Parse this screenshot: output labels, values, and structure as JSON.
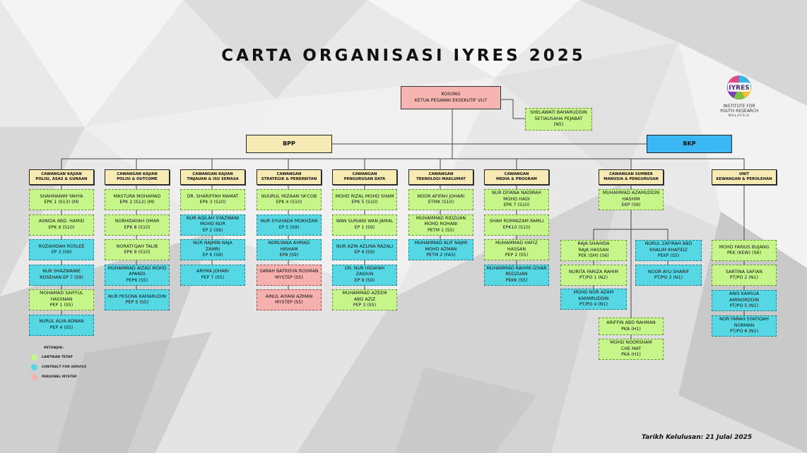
{
  "title": "CARTA ORGANISASI IYRES 2025",
  "ceo": {
    "line1": "KOSONG",
    "line2": "KETUA PEGAWAI EKSEKUTIF VU7"
  },
  "secretary": {
    "line1": "SHELAWATI BAHARUDDIN",
    "line2": "SETIAUSAHA PEJABAT",
    "line3": "(N5)"
  },
  "bpp": "BPP",
  "bkp": "BKP",
  "logo": {
    "badge": "IYRES",
    "line1": "INSTITUTE FOR",
    "line2": "YOUTH RESEARCH",
    "line3": "MALAYSIA"
  },
  "legend": {
    "title": "PETUNJUK:",
    "items": [
      "LANTIKAN TETAP",
      "CONTRACT FOR SERVICE",
      "PERSONEL MYSTEP"
    ]
  },
  "footer": "Tarikh Kelulusan: 21 Julai 2025",
  "colors": {
    "tetap": "#c6f68a",
    "contract": "#56d7e4",
    "mystep": "#f6b0ad",
    "bpp": "#f7eab4",
    "bkp": "#3bb8f4"
  },
  "departments": [
    {
      "name": [
        "CAWANGAN KAJIAN",
        "POLISI, ASAS & GUNAAN"
      ],
      "staff": [
        {
          "lines": [
            "SHAHHANIM YAHYA",
            "EPK 1 (S13) (M)"
          ],
          "type": "green"
        },
        {
          "lines": [
            "ASNIDA ABD. HAMID",
            "EPK 6 (S10)"
          ],
          "type": "green"
        },
        {
          "lines": [
            "ROZAHIDAH ROSLEE",
            "EP 3 (S9)"
          ],
          "type": "cyan"
        },
        {
          "lines": [
            "NUR SHAZWANIE",
            "ROSEHAN EP 7 (S9)"
          ],
          "type": "cyan"
        },
        {
          "lines": [
            "MOHAMAD SAIFFUL",
            "HASSNAN",
            "PEP 1 (S5)"
          ],
          "type": "green"
        },
        {
          "lines": [
            "NURUL ALYA ADNAN",
            "PEP 4 (S5)"
          ],
          "type": "cyan"
        }
      ]
    },
    {
      "name": [
        "CAWANGAN KAJIAN",
        "POLISI & OUTCOME"
      ],
      "staff": [
        {
          "lines": [
            "MASTURA MOHAMAD",
            "EPK 2 (S12) (M)"
          ],
          "type": "green"
        },
        {
          "lines": [
            "NORHIDAYAH OMAR",
            "EPK 8 (S10)"
          ],
          "type": "green"
        },
        {
          "lines": [
            "NORATI'QAH TALIB",
            "EPK 9 (S10)"
          ],
          "type": "green"
        },
        {
          "lines": [
            "MUHAMMAD AIZAD MOHD",
            "APANDI",
            "PEP6 (S5)"
          ],
          "type": "cyan"
        },
        {
          "lines": [
            "NUR PESONA KAMARUDIN",
            "PEP 5 (S5)"
          ],
          "type": "cyan"
        }
      ]
    },
    {
      "name": [
        "CAWANGAN KAJIAN",
        "TINJAUAN & ISU SEMASA"
      ],
      "staff": [
        {
          "lines": [
            "DR. SHARIFFAH MAMAT",
            "EPK 3 (S10)"
          ],
          "type": "green"
        },
        {
          "lines": [
            "NUR AQILAH SYAZWANI",
            "MOHD NOR",
            "EP 2 (S9)"
          ],
          "type": "cyan"
        },
        {
          "lines": [
            "NUR NAJMIN NAJA",
            "ZAMRI",
            "EP 6 (S9)"
          ],
          "type": "cyan"
        },
        {
          "lines": [
            "ARYMA JOHARI",
            "PEP 7 (S5)"
          ],
          "type": "cyan"
        }
      ]
    },
    {
      "name": [
        "CAWANGAN",
        "STRATEGIK & PENERBITAN"
      ],
      "staff": [
        {
          "lines": [
            "NUURUL MIZAAN YA'COB",
            "EPK 4 (S10)"
          ],
          "type": "green"
        },
        {
          "lines": [
            "NUR SYUHADA MOKHZAN",
            "EP 5 (S9)"
          ],
          "type": "cyan"
        },
        {
          "lines": [
            "NORLYANA AHMAD",
            "HISHAM",
            "EP8 (S9)"
          ],
          "type": "cyan"
        },
        {
          "lines": [
            "SARAH BATRISYA ROSMAN",
            "MYSTEP (S5)"
          ],
          "type": "pink"
        },
        {
          "lines": [
            "AINUL AIYANI AZMAN",
            "MYSTEP (S5)"
          ],
          "type": "pink"
        }
      ]
    },
    {
      "name": [
        "CAWANGAN",
        "PENGURUSAN DATA"
      ],
      "staff": [
        {
          "lines": [
            "MOHD RIZAL MOHD SHAM",
            "EPK 5 (S10)"
          ],
          "type": "green"
        },
        {
          "lines": [
            "WAN SURIANI WAN JAMAL",
            "EP 1 (S9)"
          ],
          "type": "green"
        },
        {
          "lines": [
            "NUR AZIN AZLINA RAZALI",
            "EP 4 (S9)"
          ],
          "type": "cyan"
        },
        {
          "lines": [
            "DR. NUR HIDAYAH",
            "ZAIDUN",
            "EP 9 (S9)"
          ],
          "type": "cyan"
        },
        {
          "lines": [
            "MUHAMMAD AZEEM",
            "ABD AZIZ",
            "PEP 3 (S5)"
          ],
          "type": "green"
        }
      ]
    },
    {
      "name": [
        "CAWANGAN",
        "TEKNOLOGI MAKLUMAT"
      ],
      "staff": [
        {
          "lines": [
            "NOOR AFIFAH JOHARI",
            "ETMK (S10)"
          ],
          "type": "green"
        },
        {
          "lines": [
            "MUHAMMAD RIDZUAN",
            "MOHD ROHANI",
            "PETM 1 (S5)"
          ],
          "type": "green"
        },
        {
          "lines": [
            "MUHAMMAD ALIF NAJMI",
            "MOHD AZMAN",
            "PETM 2 (FA5)"
          ],
          "type": "cyan"
        }
      ]
    },
    {
      "name": [
        "CAWANGAN",
        "MEDIA & PROGRAM"
      ],
      "staff": [
        {
          "lines": [
            "NUR DIYANA NADIRAH",
            "MOHD HADI",
            "EPK 7 (S10)"
          ],
          "type": "green"
        },
        {
          "lines": [
            "SHAH ROMNIZAM RAMLI",
            "EPK10 (S10)"
          ],
          "type": "green"
        },
        {
          "lines": [
            "MUHAMMAD HAFIZ",
            "HASSAN",
            "PEP 2 (S5)"
          ],
          "type": "green"
        },
        {
          "lines": [
            "MUHAMMAD RAHIMI IZHAR",
            "REDZUAN",
            "PEKK (S5)"
          ],
          "type": "cyan"
        }
      ]
    }
  ],
  "hr": {
    "name": [
      "CAWANGAN SUMBER",
      "MANUSIA & PENGURUSAN"
    ],
    "head": [
      "MUHAMMAD AZAMUDDIN",
      "HASHIM",
      "EKP (S9)"
    ],
    "left": [
      {
        "lines": [
          "RAJA SHAHIDA",
          "RAJA HASSAN",
          "PEK (SM) (S6)"
        ],
        "type": "green"
      },
      {
        "lines": [
          "NURITA FARIZA RAHIM",
          "PT/PO 1 (N2)"
        ],
        "type": "green"
      },
      {
        "lines": [
          "MOHD NOR AZAM",
          "KAMARUDDIN",
          "PT/PO 4 (N1)"
        ],
        "type": "cyan"
      }
    ],
    "right": [
      {
        "lines": [
          "NURUL ZAFIRAH ABD",
          "KHALIM KHAFIDZ",
          "PEKP (S5)"
        ],
        "type": "cyan"
      },
      {
        "lines": [
          "NOOR AYU SHARIF",
          "PT/PO 3 (N1)"
        ],
        "type": "cyan"
      }
    ],
    "bottom": [
      {
        "lines": [
          "ARIFFIN ABD RAHMAN",
          "PKA (H1)"
        ],
        "type": "green"
      },
      {
        "lines": [
          "MOHD NOORSHAM",
          "CHE MAT",
          "PKA (H1)"
        ],
        "type": "green"
      }
    ]
  },
  "finance": {
    "name": [
      "UNIT",
      "KEWANGAN & PEROLEHAN"
    ],
    "staff": [
      {
        "lines": [
          "MOHD FARIUS BUJANG",
          "PEK (KEW) (S6)"
        ],
        "type": "green"
      },
      {
        "lines": [
          "SARTINA SAFIAN",
          "PT/PO 2 (N1)"
        ],
        "type": "green"
      },
      {
        "lines": [
          "ANIS KAMILIA",
          "AMINORDDIN",
          "PT/PO 5 (N1)"
        ],
        "type": "cyan"
      },
      {
        "lines": [
          "NOR FARAH SYAFIQAH",
          "NORMAN",
          "PT/PO 6 (N1)"
        ],
        "type": "cyan"
      }
    ]
  }
}
